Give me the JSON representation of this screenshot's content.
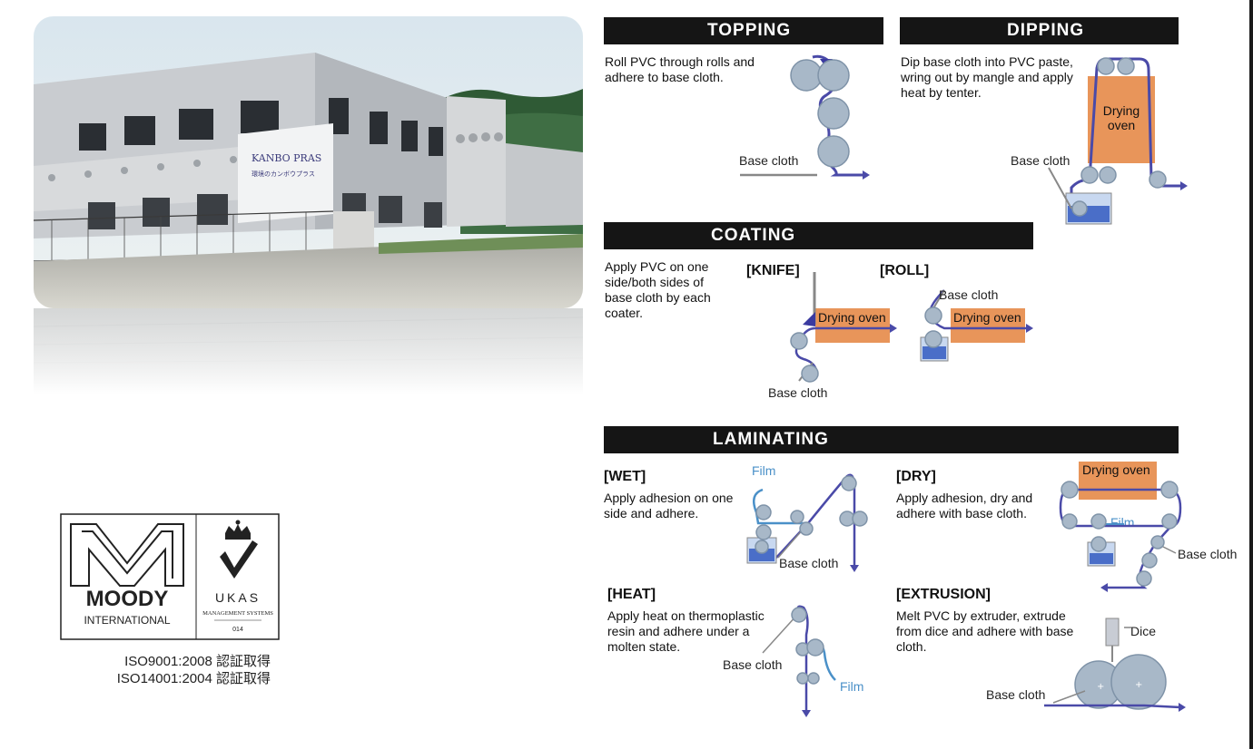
{
  "photo": {
    "sign_text": "KANBO PRAS",
    "sign_subtext": "環境のカンボウプラス"
  },
  "topping": {
    "title": "TOPPING",
    "desc": "Roll PVC through rolls and adhere to base cloth.",
    "base_cloth": "Base cloth"
  },
  "dipping": {
    "title": "DIPPING",
    "desc": "Dip base cloth into PVC paste, wring out by mangle and apply heat by tenter.",
    "oven": "Drying oven",
    "base_cloth": "Base cloth"
  },
  "coating": {
    "title": "COATING",
    "desc": "Apply PVC on one side/both sides of base cloth by each coater.",
    "knife_label": "[KNIFE]",
    "roll_label": "[ROLL]",
    "knife_oven": "Drying oven",
    "roll_oven": "Drying oven",
    "knife_base_cloth": "Base cloth",
    "roll_base_cloth": "Base cloth"
  },
  "laminating": {
    "title": "LAMINATING",
    "wet": {
      "label": "[WET]",
      "desc": "Apply adhesion on one side and adhere.",
      "film": "Film",
      "base_cloth": "Base cloth"
    },
    "dry": {
      "label": "[DRY]",
      "desc": "Apply adhesion, dry and adhere with base cloth.",
      "oven": "Drying oven",
      "film": "Film",
      "base_cloth": "Base cloth"
    },
    "heat": {
      "label": "[HEAT]",
      "desc": "Apply heat on thermoplastic resin and adhere under a molten state.",
      "base_cloth": "Base cloth",
      "film": "Film"
    },
    "extrusion": {
      "label": "[EXTRUSION]",
      "desc": "Melt PVC by extruder, extrude from dice and adhere with base cloth.",
      "dice": "Dice",
      "base_cloth": "Base cloth"
    }
  },
  "certification": {
    "moody": "MOODY",
    "international": "INTERNATIONAL",
    "ukas": "UKAS",
    "ukas_sub": "MANAGEMENT SYSTEMS",
    "ukas_num": "014",
    "iso1": "ISO9001:2008  認証取得",
    "iso2": "ISO14001:2004  認証取得"
  },
  "colors": {
    "header_bg": "#151515",
    "oven": "#e8955a",
    "arrow": "#4a4aa8",
    "film": "#4a90c8",
    "roll": "#a8b8c8"
  }
}
